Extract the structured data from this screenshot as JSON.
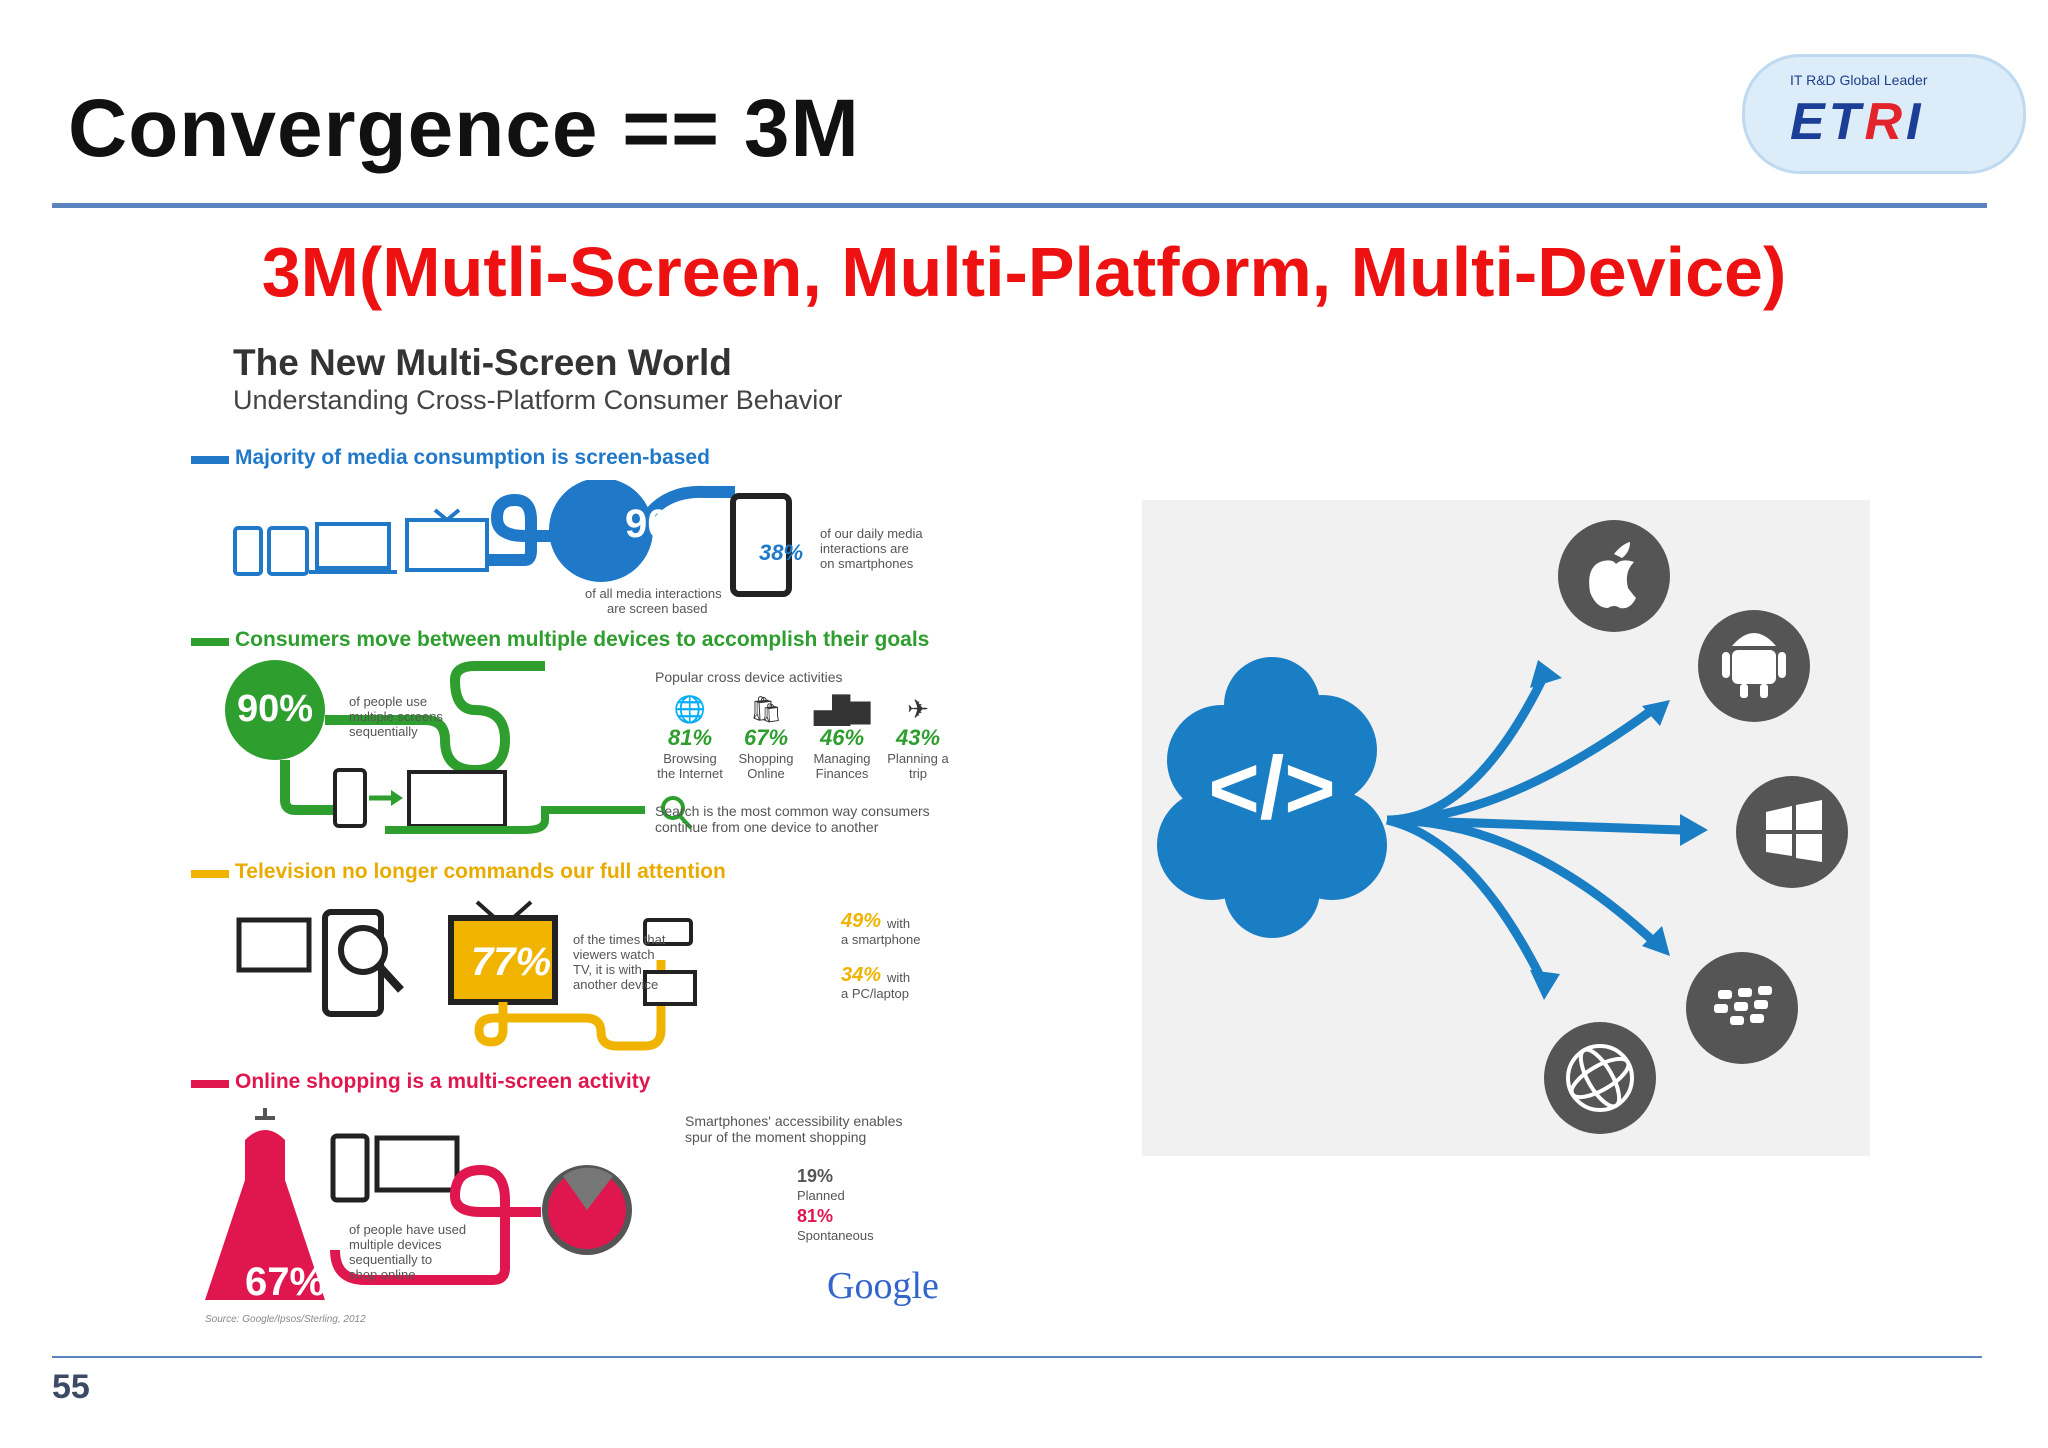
{
  "slide": {
    "title": "Convergence == 3M",
    "subtitle": "3M(Mutli-Screen, Multi-Platform, Multi-Device)",
    "page_number": "55"
  },
  "logo": {
    "tagline": "IT R&D Global Leader",
    "word_prefix": "ET",
    "word_r": "R",
    "word_suffix": "I"
  },
  "infographic": {
    "title": "The New Multi-Screen World",
    "subtitle": "Understanding Cross-Platform Consumer Behavior",
    "sections": {
      "s1": {
        "heading": "Majority of media consumption is screen-based",
        "color": "#1f78c8",
        "big_pct": "90%",
        "big_caption_1": "of all media interactions",
        "big_caption_2": "are screen based",
        "phone_pct": "38%",
        "phone_caption_1": "of our daily media",
        "phone_caption_2": "interactions are",
        "phone_caption_3": "on smartphones"
      },
      "s2": {
        "heading": "Consumers move between multiple devices to accomplish their goals",
        "color": "#2e9e2e",
        "big_pct": "90%",
        "caption_1": "of people use",
        "caption_2": "multiple screens",
        "caption_3": "sequentially",
        "activities_title": "Popular cross device activities",
        "activities": [
          {
            "pct": "81%",
            "label_1": "Browsing",
            "label_2": "the Internet",
            "icon": "globe-icon"
          },
          {
            "pct": "67%",
            "label_1": "Shopping",
            "label_2": "Online",
            "icon": "shopping-bag-icon"
          },
          {
            "pct": "46%",
            "label_1": "Managing",
            "label_2": "Finances",
            "icon": "bar-chart-icon"
          },
          {
            "pct": "43%",
            "label_1": "Planning a",
            "label_2": "trip",
            "icon": "airplane-icon"
          }
        ],
        "search_note_1": "Search is the most common way consumers",
        "search_note_2": "continue from one device to another"
      },
      "s3": {
        "heading": "Television no longer commands our full attention",
        "color": "#f0b400",
        "tv_pct": "77%",
        "tv_caption_1": "of the times that",
        "tv_caption_2": "viewers watch",
        "tv_caption_3": "TV, it is with",
        "tv_caption_4": "another device",
        "stat_1_pct": "49%",
        "stat_1_text_a": "with",
        "stat_1_text_b": "a smartphone",
        "stat_2_pct": "34%",
        "stat_2_text_a": "with",
        "stat_2_text_b": "a PC/laptop"
      },
      "s4": {
        "heading": "Online shopping is a multi-screen activity",
        "color": "#e0174f",
        "dress_pct": "67%",
        "caption_1": "of people have used",
        "caption_2": "multiple devices",
        "caption_3": "sequentially to",
        "caption_4": "shop online",
        "note_1": "Smartphones' accessibility enables",
        "note_2": "spur of the moment shopping",
        "planned_pct": "19%",
        "planned_label": "Planned",
        "spont_pct": "81%",
        "spont_label": "Spontaneous",
        "brand": "Google",
        "source": "Source: Google/Ipsos/Sterling, 2012"
      }
    }
  },
  "diagram": {
    "center_symbol": "</>",
    "platforms": [
      "apple-icon",
      "android-icon",
      "windows-icon",
      "blackberry-icon",
      "globe-icon"
    ]
  }
}
